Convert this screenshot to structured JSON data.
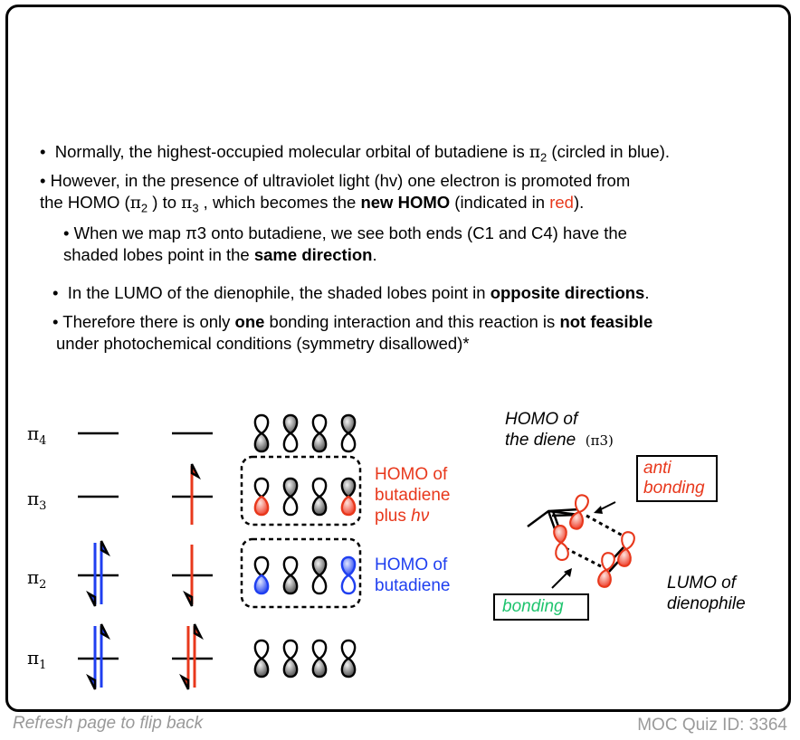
{
  "text": {
    "b1_pre": "Normally, the highest-occupied molecular orbital of butadiene is ",
    "b1_pi": "π",
    "b1_sub": "2",
    "b1_post": " (circled in blue).",
    "b2_line1": "However, in the presence of ultraviolet light (hv) one electron is promoted from",
    "b2_l2a": "the HOMO (",
    "b2_l2pi": "π",
    "b2_l2sub": "2",
    "b2_l2b": " ) to ",
    "b2_l2pi2": "π",
    "b2_l2sub2": "3",
    "b2_l2c": " , which becomes the ",
    "b2_l2bold": "new HOMO",
    "b2_l2d": " (indicated in ",
    "b2_l2red": "red",
    "b2_l2e": ").",
    "b3_l1": "When we map π3  onto butadiene, we see both ends (C1 and C4) have the",
    "b3_l2a": "shaded lobes point in the ",
    "b3_l2bold": "same direction",
    "b3_l2b": ".",
    "b4_a": "In the LUMO of the dienophile, the shaded lobes point in ",
    "b4_bold": "opposite directions",
    "b4_b": ".",
    "b5_l1a": "Therefore there is only ",
    "b5_l1bold1": "one",
    "b5_l1b": " bonding interaction and this reaction is ",
    "b5_l1bold2": "not feasible",
    "b5_l2": "under photochemical conditions (symmetry disallowed)*",
    "bullet": "•"
  },
  "levels": [
    {
      "pi": "π",
      "sub": "4"
    },
    {
      "pi": "π",
      "sub": "3"
    },
    {
      "pi": "π",
      "sub": "2"
    },
    {
      "pi": "π",
      "sub": "1"
    }
  ],
  "labels": {
    "homo_butadiene_hv_1": "HOMO of",
    "homo_butadiene_hv_2": "butadiene",
    "homo_butadiene_hv_3": "plus ",
    "homo_butadiene_hv_hv": "hν",
    "homo_butadiene_1": "HOMO of",
    "homo_butadiene_2": "butadiene",
    "homo_diene_1": "HOMO of",
    "homo_diene_2": "the diene",
    "homo_diene_pi": "(π3)",
    "anti_1": "anti",
    "anti_2": "bonding",
    "bonding": "bonding",
    "lumo_1": "LUMO of",
    "lumo_2": "dienophile"
  },
  "footer": {
    "left": "Refresh page to flip back",
    "right": "MOC Quiz ID: 3364"
  },
  "colors": {
    "red": "#e8381c",
    "blue": "#1f3ff0",
    "green": "#1fc46e",
    "gray": "#999999"
  }
}
